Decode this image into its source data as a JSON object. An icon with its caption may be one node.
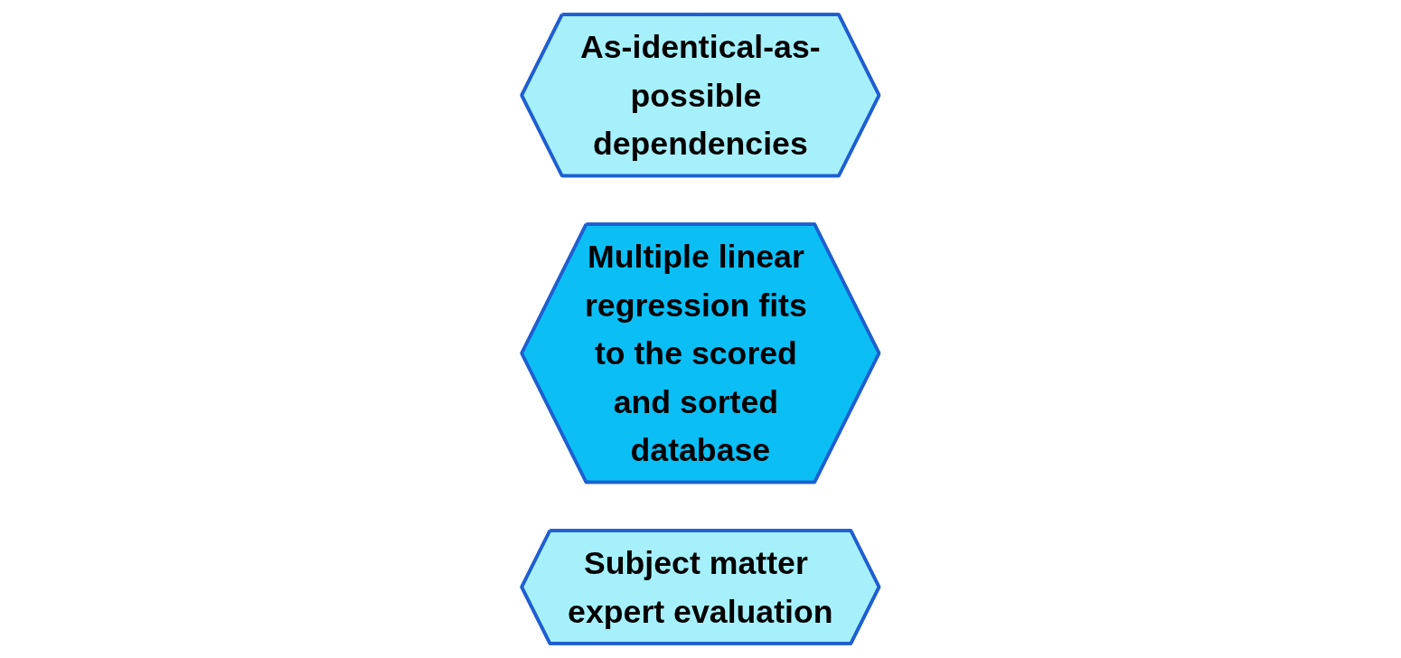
{
  "diagram": {
    "nodes": [
      {
        "text": [
          "As-identical-as-possible dependencies"
        ]
      },
      {
        "text": [
          "Multiple linear regression fits to the scored and sorted database"
        ]
      },
      {
        "text": [
          "Subject matter expert evaluation"
        ]
      }
    ]
  }
}
